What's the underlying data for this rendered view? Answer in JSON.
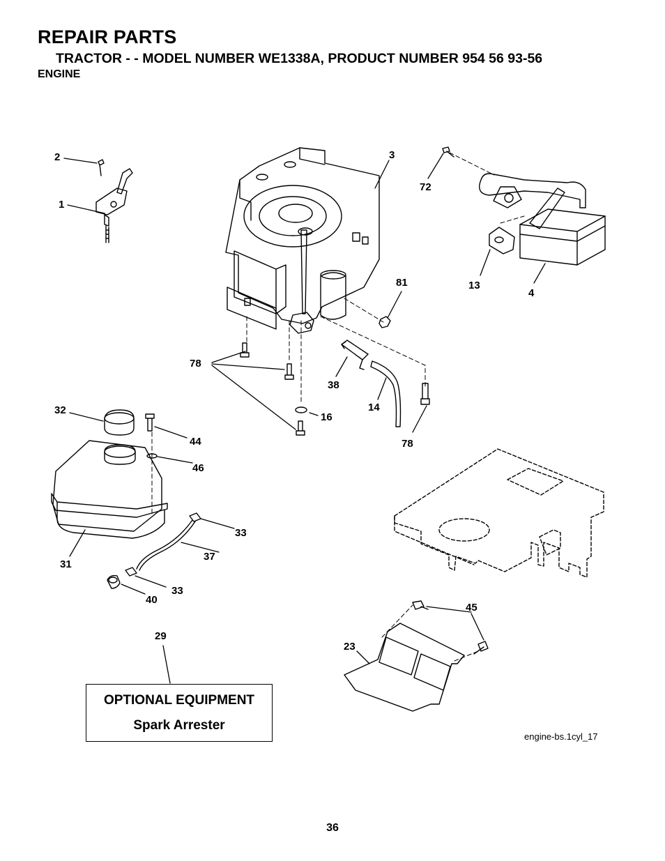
{
  "header": {
    "title": "REPAIR PARTS",
    "subtitle": "TRACTOR - - MODEL NUMBER WE1338A, PRODUCT NUMBER 954 56 93-56",
    "section": "ENGINE"
  },
  "callouts": {
    "c1": "1",
    "c2": "2",
    "c3": "3",
    "c4": "4",
    "c13": "13",
    "c14": "14",
    "c16": "16",
    "c23": "23",
    "c29": "29",
    "c31": "31",
    "c32": "32",
    "c33a": "33",
    "c33b": "33",
    "c37": "37",
    "c38": "38",
    "c40": "40",
    "c44": "44",
    "c45": "45",
    "c46": "46",
    "c72": "72",
    "c78a": "78",
    "c78b": "78",
    "c81": "81"
  },
  "optional_box": {
    "title": "OPTIONAL EQUIPMENT",
    "item": "Spark Arrester"
  },
  "figure_id": "engine-bs.1cyl_17",
  "page_number": "36"
}
